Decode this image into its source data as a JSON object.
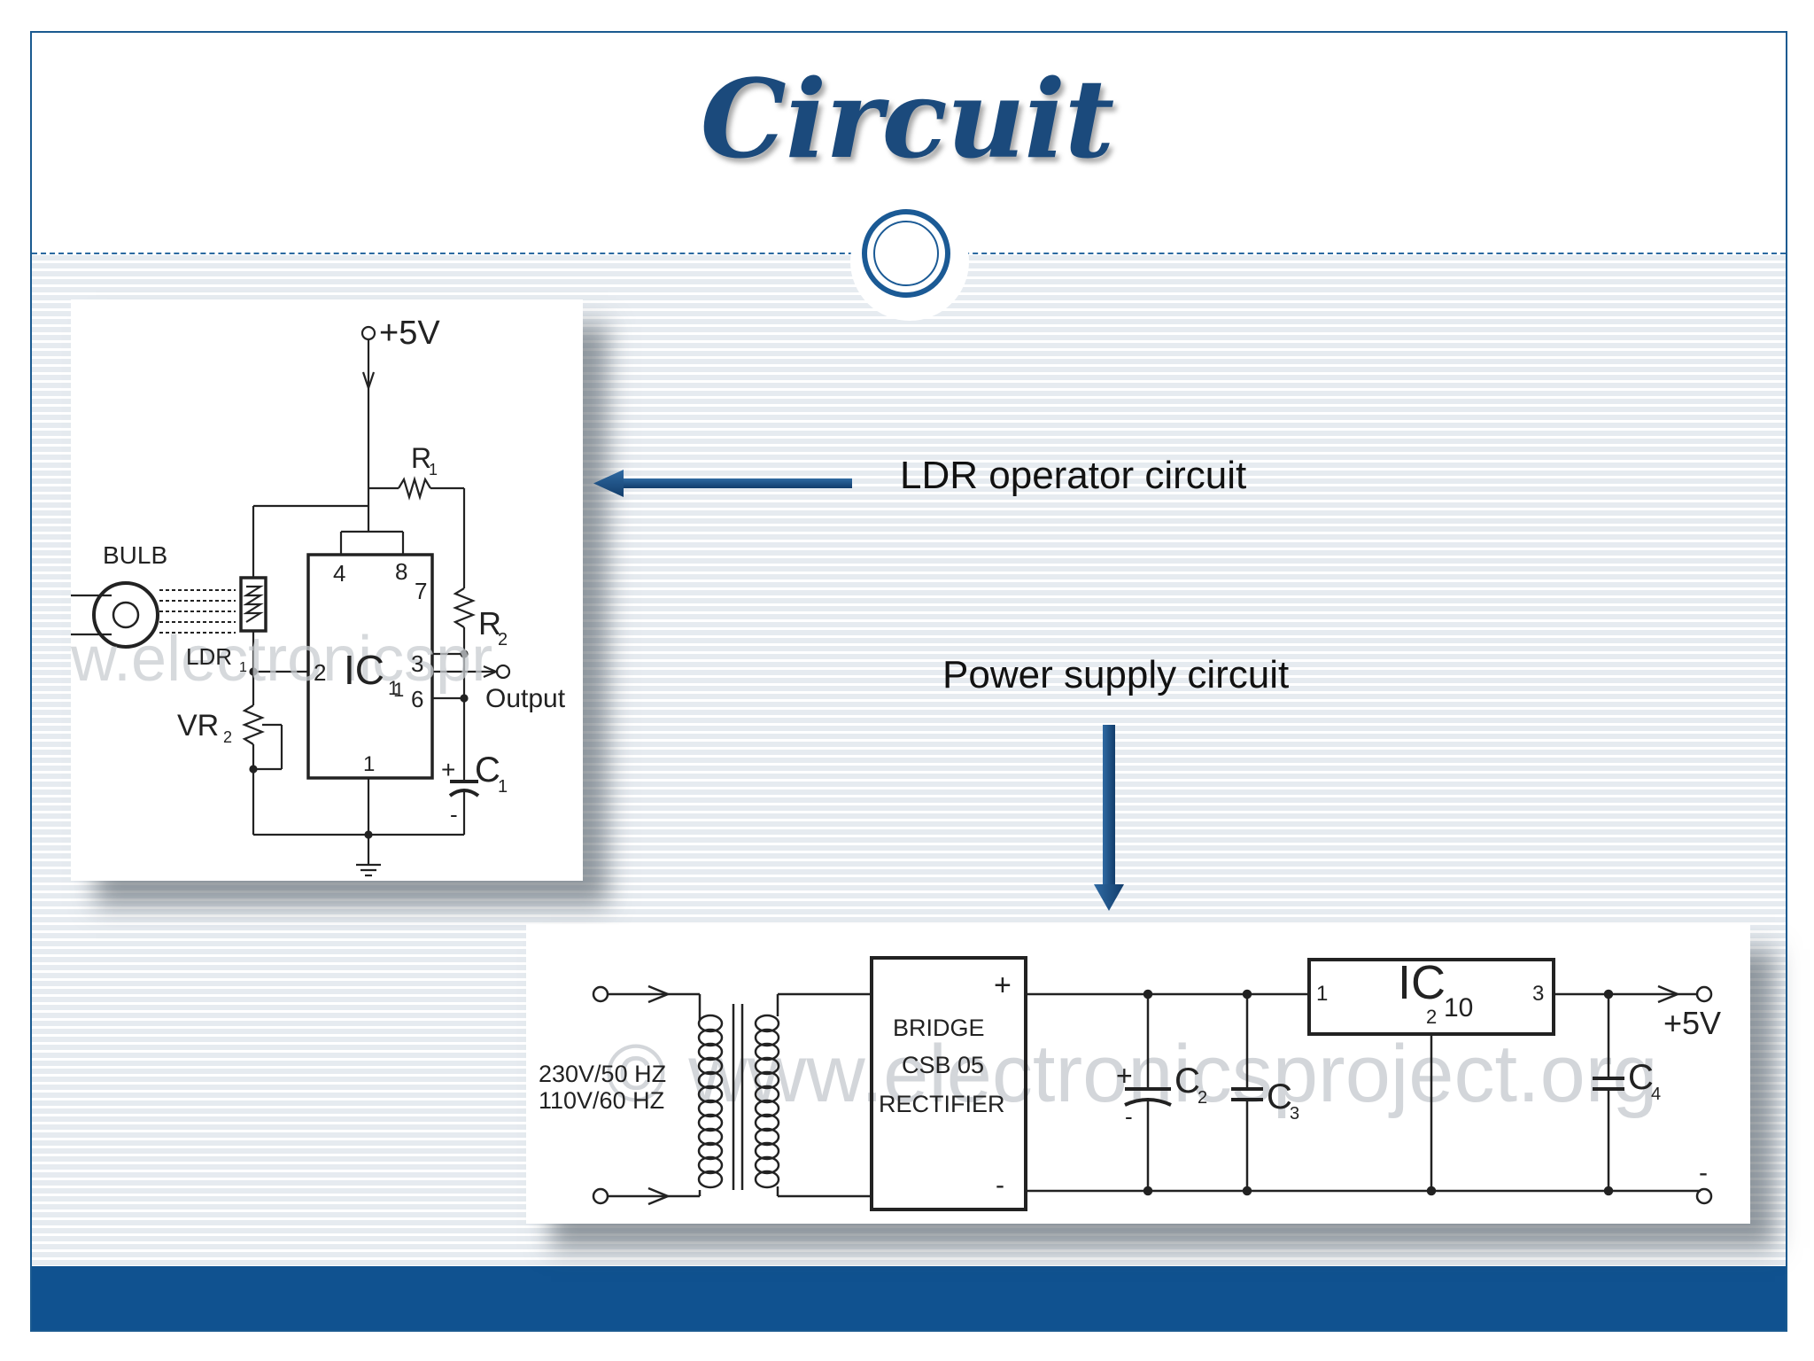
{
  "slide": {
    "title": "Circuit",
    "colors": {
      "accent": "#105290",
      "title": "#1b4a7c",
      "arrow": "#1b4a7c"
    }
  },
  "ldr_circuit": {
    "caption": "LDR operator circuit",
    "watermark": "w.electronicspr",
    "supply_label": "+5V",
    "labels": {
      "bulb": "BULB",
      "ldr": "LDR",
      "ldr_sub": "1",
      "vr": "VR",
      "vr_sub": "2",
      "r1": "R",
      "r1_sub": "1",
      "r2": "R",
      "r2_sub": "2",
      "c1": "C",
      "c1_sub": "1",
      "ic": "IC",
      "ic_sub": "1",
      "output": "Output",
      "plus": "+",
      "minus": "-"
    },
    "pins": [
      "4",
      "8",
      "7",
      "2",
      "3",
      "1",
      "6",
      "1"
    ]
  },
  "power_circuit": {
    "caption": "Power supply circuit",
    "watermark": "© www.electronicsproject.org",
    "input_voltage": [
      "230V/50 HZ",
      "110V/60 HZ"
    ],
    "rectifier": [
      "BRIDGE",
      "CSB 05",
      "RECTIFIER"
    ],
    "rectifier_plus": "+",
    "rectifier_minus": "-",
    "ic": "IC",
    "ic_sub": "2",
    "ic_suffix": "10",
    "ic_pin_left": "1",
    "ic_pin_right": "3",
    "output_label": "+5V",
    "output_minus": "-",
    "capacitors": [
      {
        "name": "C",
        "sub": "2"
      },
      {
        "name": "C",
        "sub": "3"
      },
      {
        "name": "C",
        "sub": "4"
      }
    ],
    "c2_plus": "+",
    "c2_minus": "-"
  }
}
